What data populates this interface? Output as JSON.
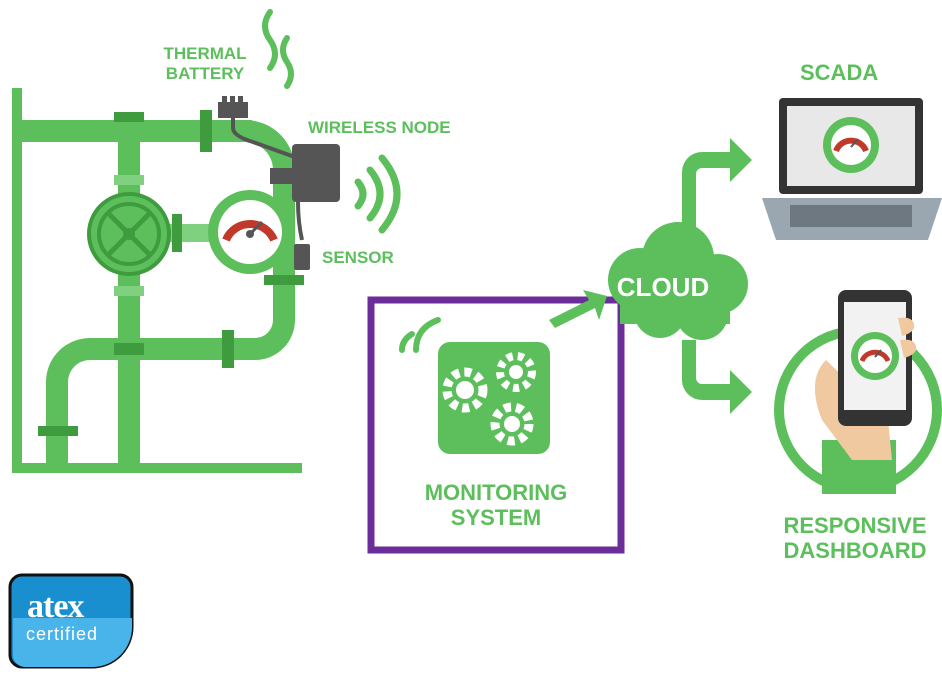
{
  "labels": {
    "thermal_battery": "THERMAL\nBATTERY",
    "wireless_node": "WIRELESS NODE",
    "sensor": "SENSOR",
    "monitoring_system": "MONITORING\nSYSTEM",
    "cloud": "CLOUD",
    "scada": "SCADA",
    "responsive_dashboard": "RESPONSIVE\nDASHBOARD"
  },
  "badge": {
    "word": "atex",
    "sub": "certified"
  },
  "colors": {
    "green": "#5cbf5c",
    "dark_green": "#3e9b3e",
    "highlight_border": "#6a2d9a",
    "gauge_red": "#c0392b",
    "badge_blue": "#1a8fd0"
  },
  "icons": [
    "valve-wheel-icon",
    "pressure-gauge-icon",
    "wireless-node-icon",
    "wifi-signal-icon",
    "gears-icon",
    "cloud-icon",
    "laptop-icon",
    "smartphone-icon",
    "arrow-icon"
  ]
}
